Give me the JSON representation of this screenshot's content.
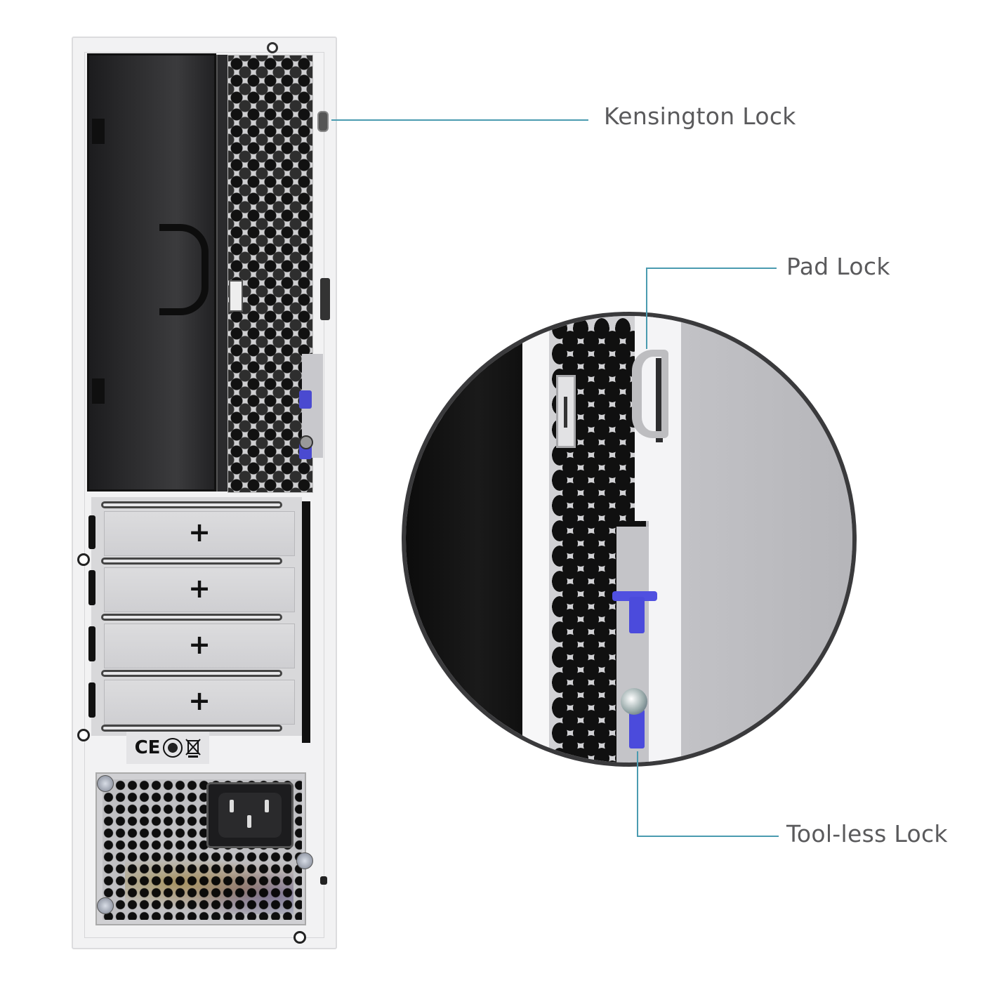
{
  "callouts": [
    {
      "id": "kensington",
      "label": "Kensington Lock"
    },
    {
      "id": "padlock",
      "label": "Pad Lock"
    },
    {
      "id": "toolless",
      "label": "Tool-less Lock"
    }
  ],
  "case": {
    "expansion_slots": [
      {
        "icon": "+"
      },
      {
        "icon": "+"
      },
      {
        "icon": "+"
      },
      {
        "icon": "+"
      }
    ],
    "certification_marks": [
      "CE",
      "recycling-leaf",
      "weee-bin"
    ],
    "ce_text": "CE",
    "accent_clip_color": "#4a4ad0"
  },
  "colors": {
    "callout_line": "#4a9bb0",
    "label_text": "#5a5a5c",
    "circle_border": "#3a3a3c",
    "background": "#ffffff"
  }
}
